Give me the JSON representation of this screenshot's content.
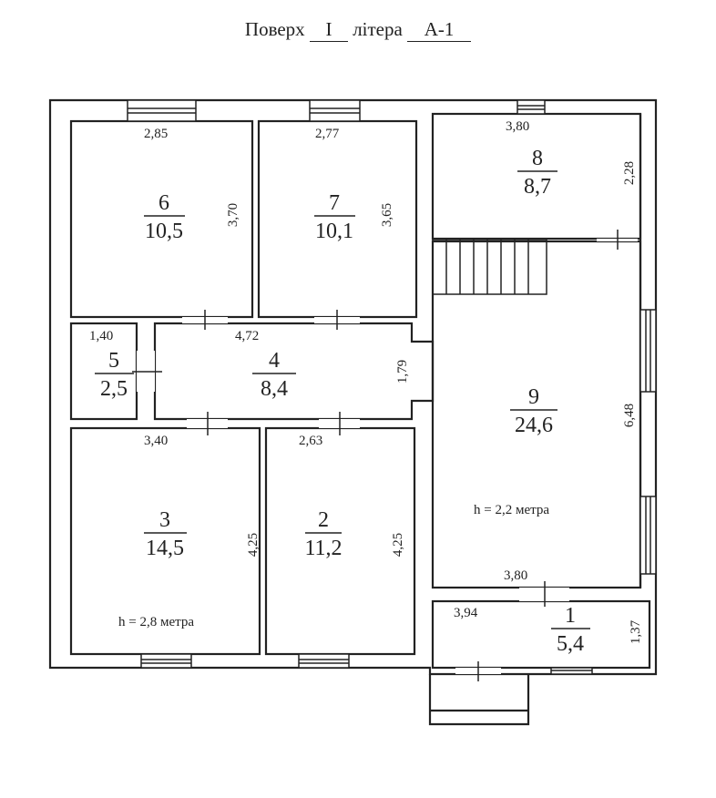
{
  "title": {
    "floor_label": "Поверх",
    "floor_value": "I",
    "letter_label": "літера",
    "letter_value": "А-1"
  },
  "rooms": [
    {
      "number": "1",
      "area": "5,4"
    },
    {
      "number": "2",
      "area": "11,2"
    },
    {
      "number": "3",
      "area": "14,5"
    },
    {
      "number": "4",
      "area": "8,4"
    },
    {
      "number": "5",
      "area": "2,5"
    },
    {
      "number": "6",
      "area": "10,5"
    },
    {
      "number": "7",
      "area": "10,1"
    },
    {
      "number": "8",
      "area": "8,7"
    },
    {
      "number": "9",
      "area": "24,6"
    }
  ],
  "dimensions": {
    "r6_w": "2,85",
    "r6_h": "3,70",
    "r7_w": "2,77",
    "r7_h": "3,65",
    "r8_w": "3,80",
    "r8_h": "2,28",
    "r5_w": "1,40",
    "r4_w": "4,72",
    "r4_h": "1,79",
    "r3_w": "3,40",
    "r3_h": "4,25",
    "r2_w": "2,63",
    "r2_h": "4,25",
    "r9_w": "3,80",
    "r9_h": "6,48",
    "r1_w": "3,94",
    "r1_h": "1,37"
  },
  "heights": {
    "left": "h = 2,8 метра",
    "right": "h = 2,2 метра"
  }
}
